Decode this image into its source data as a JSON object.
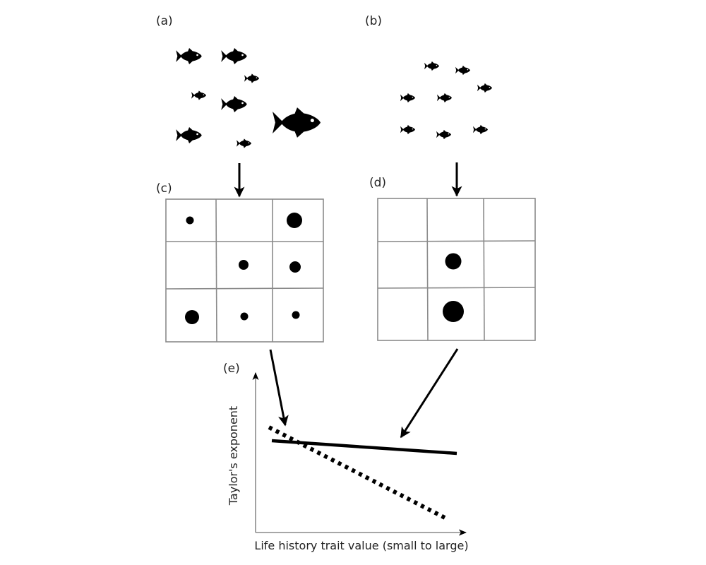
{
  "panels": {
    "a": {
      "label": "(a)",
      "description": "Population with mixed fish sizes",
      "fish": [
        {
          "size": "medium"
        },
        {
          "size": "medium"
        },
        {
          "size": "small"
        },
        {
          "size": "small"
        },
        {
          "size": "medium"
        },
        {
          "size": "medium"
        },
        {
          "size": "small"
        },
        {
          "size": "large"
        }
      ]
    },
    "b": {
      "label": "(b)",
      "description": "Population with uniform small fish",
      "fish": [
        {
          "size": "small"
        },
        {
          "size": "small"
        },
        {
          "size": "small"
        },
        {
          "size": "small"
        },
        {
          "size": "small"
        },
        {
          "size": "small"
        },
        {
          "size": "small"
        },
        {
          "size": "small"
        }
      ]
    },
    "c": {
      "label": "(c)",
      "grid": "3x3",
      "dots": [
        {
          "row": 0,
          "col": 0,
          "size": "small"
        },
        {
          "row": 0,
          "col": 2,
          "size": "large"
        },
        {
          "row": 1,
          "col": 1,
          "size": "medium"
        },
        {
          "row": 1,
          "col": 2,
          "size": "medium"
        },
        {
          "row": 2,
          "col": 0,
          "size": "large"
        },
        {
          "row": 2,
          "col": 1,
          "size": "small"
        },
        {
          "row": 2,
          "col": 2,
          "size": "small"
        }
      ]
    },
    "d": {
      "label": "(d)",
      "grid": "3x3",
      "dots": [
        {
          "row": 1,
          "col": 1,
          "size": "large"
        },
        {
          "row": 2,
          "col": 1,
          "size": "xlarge"
        }
      ]
    },
    "e": {
      "label": "(e)",
      "ylabel": "Taylor's exponent",
      "xlabel": "Life history trait value (small to large)",
      "lines": [
        {
          "name": "from-c",
          "style": "dotted",
          "trend": "steep decrease"
        },
        {
          "name": "from-d",
          "style": "solid",
          "trend": "slight decrease"
        }
      ]
    }
  },
  "colors": {
    "ink": "#000000",
    "grid": "#8a8a8a",
    "text": "#222222",
    "background": "#ffffff"
  }
}
